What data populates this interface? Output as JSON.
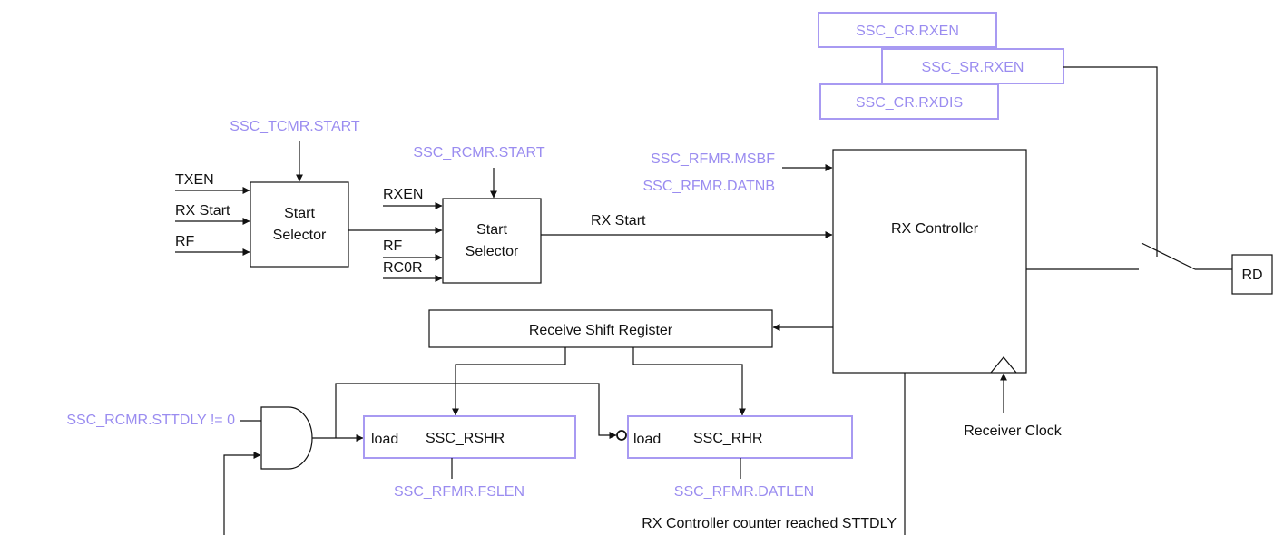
{
  "colors": {
    "register_text": "#9a8cf0",
    "register_border": "#a89af2",
    "wire": "#111111"
  },
  "registers": {
    "cr_rxen": "SSC_CR.RXEN",
    "sr_rxen": "SSC_SR.RXEN",
    "cr_rxdis": "SSC_CR.RXDIS",
    "tcmr_start": "SSC_TCMR.START",
    "rcmr_start": "SSC_RCMR.START",
    "rfmr_msbf": "SSC_RFMR.MSBF",
    "rfmr_datnb": "SSC_RFMR.DATNB",
    "rcmr_sttdly": "SSC_RCMR.STTDLY != 0",
    "rfmr_fslen": "SSC_RFMR.FSLEN",
    "rfmr_datlen": "SSC_RFMR.DATLEN"
  },
  "selector1": {
    "title_line1": "Start",
    "title_line2": "Selector",
    "inputs": [
      "TXEN",
      "RX Start",
      "RF"
    ]
  },
  "selector2": {
    "title_line1": "Start",
    "title_line2": "Selector",
    "inputs": [
      "RXEN",
      "RF",
      "RC0R"
    ]
  },
  "signals": {
    "rx_start": "RX Start",
    "receiver_clock": "Receiver Clock",
    "counter_reached": "RX Controller counter reached STTDLY"
  },
  "blocks": {
    "rx_controller": "RX Controller",
    "rd": "RD",
    "shift_register": "Receive Shift Register",
    "rshr_load": "load",
    "rshr": "SSC_RSHR",
    "rhr_load": "load",
    "rhr": "SSC_RHR"
  }
}
